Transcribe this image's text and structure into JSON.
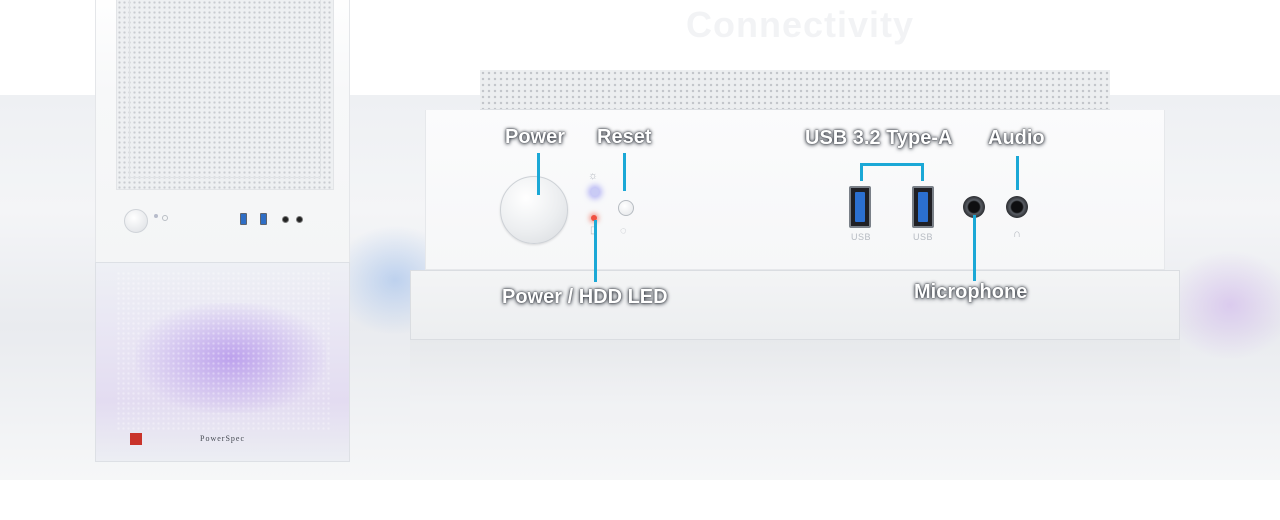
{
  "heading": "Connectivity",
  "tower": {
    "brand": "PowerSpec"
  },
  "panel": {
    "usb_captions": [
      "USB",
      "USB"
    ]
  },
  "callouts": {
    "power": "Power",
    "reset": "Reset",
    "usb": "USB 3.2 Type-A",
    "audio": "Audio",
    "power_hdd_led": "Power / HDD LED",
    "microphone": "Microphone"
  },
  "colors": {
    "leader_line": "#1ba8d6",
    "usb_tongue": "#2b6fd0",
    "power_led": "#8282f0",
    "hdd_led": "#f05040",
    "front_glow": "#af8ceb"
  },
  "icons": {
    "power_led_glyph": "sun-icon",
    "hdd_led_glyph": "drive-icon",
    "reset_glyph": "power-cycle-icon",
    "headphone_glyph": "headphone-icon"
  }
}
